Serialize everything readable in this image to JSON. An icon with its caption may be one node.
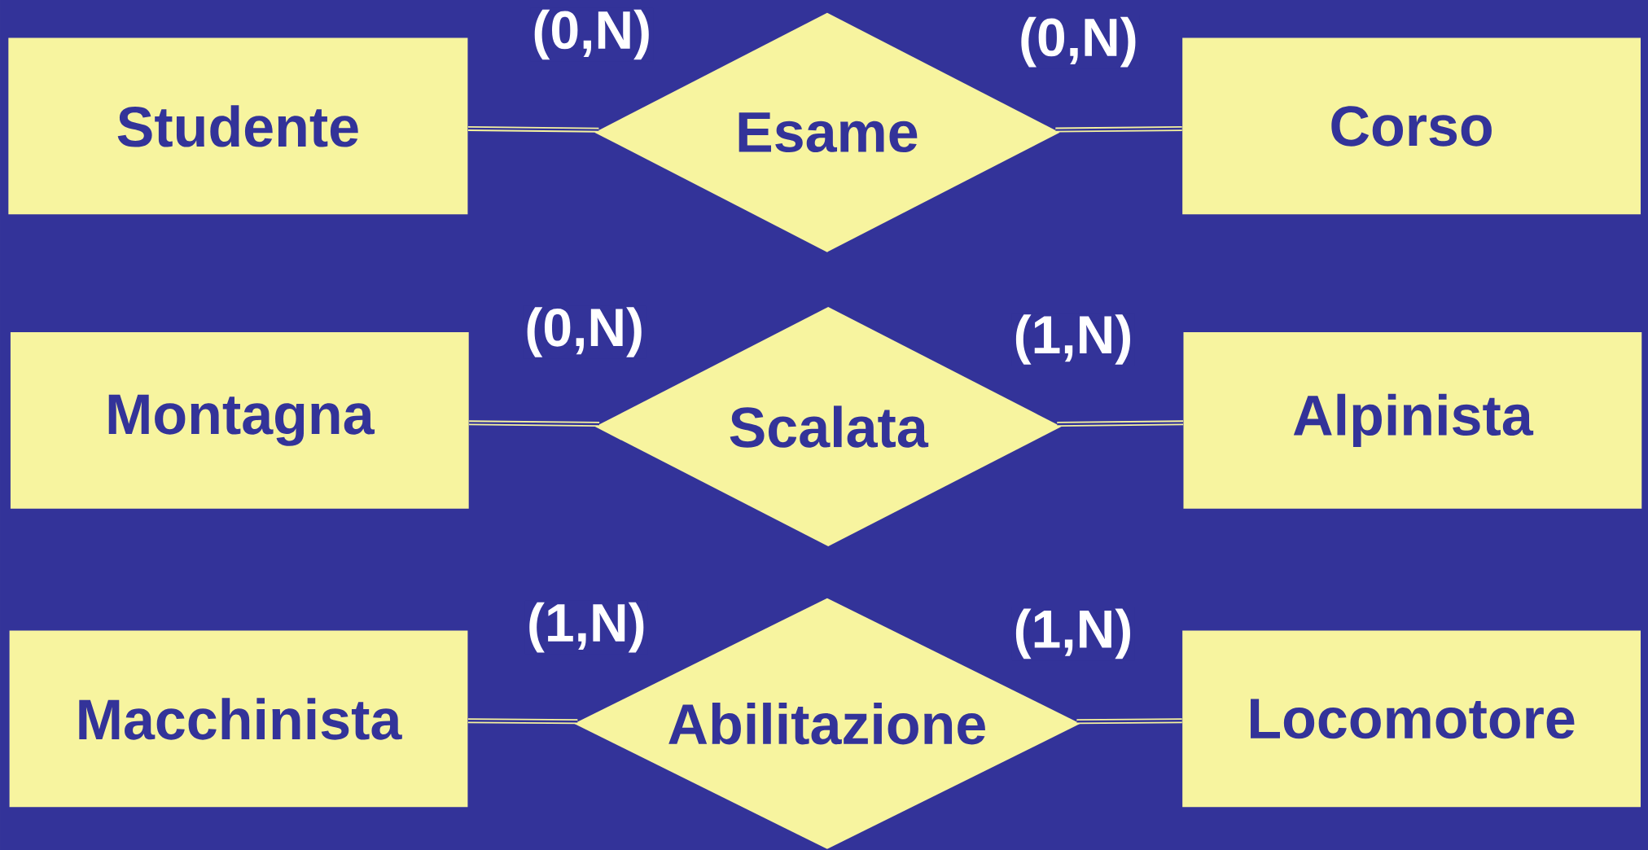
{
  "diagram": {
    "nodes": [
      {
        "text": [
          "Studente"
        ]
      },
      {
        "text": [
          "Esame"
        ]
      },
      {
        "text": [
          "Corso"
        ]
      },
      {
        "text": [
          "Montagna"
        ]
      },
      {
        "text": [
          "Scalata"
        ]
      },
      {
        "text": [
          "Alpinista"
        ]
      },
      {
        "text": [
          "Macchinista"
        ]
      },
      {
        "text": [
          "Abilitazione"
        ]
      },
      {
        "text": [
          "Locomotore"
        ]
      }
    ],
    "edges": [
      {
        "from": 0,
        "to": 1,
        "arrow": "none",
        "label": "(0,N)"
      },
      {
        "from": 1,
        "to": 2,
        "arrow": "none",
        "label": "(0,N)"
      },
      {
        "from": 3,
        "to": 4,
        "arrow": "none",
        "label": "(0,N)"
      },
      {
        "from": 4,
        "to": 5,
        "arrow": "none",
        "label": "(1,N)"
      },
      {
        "from": 6,
        "to": 7,
        "arrow": "none",
        "label": "(1,N)"
      },
      {
        "from": 7,
        "to": 8,
        "arrow": "none",
        "label": "(1,N)"
      }
    ]
  }
}
